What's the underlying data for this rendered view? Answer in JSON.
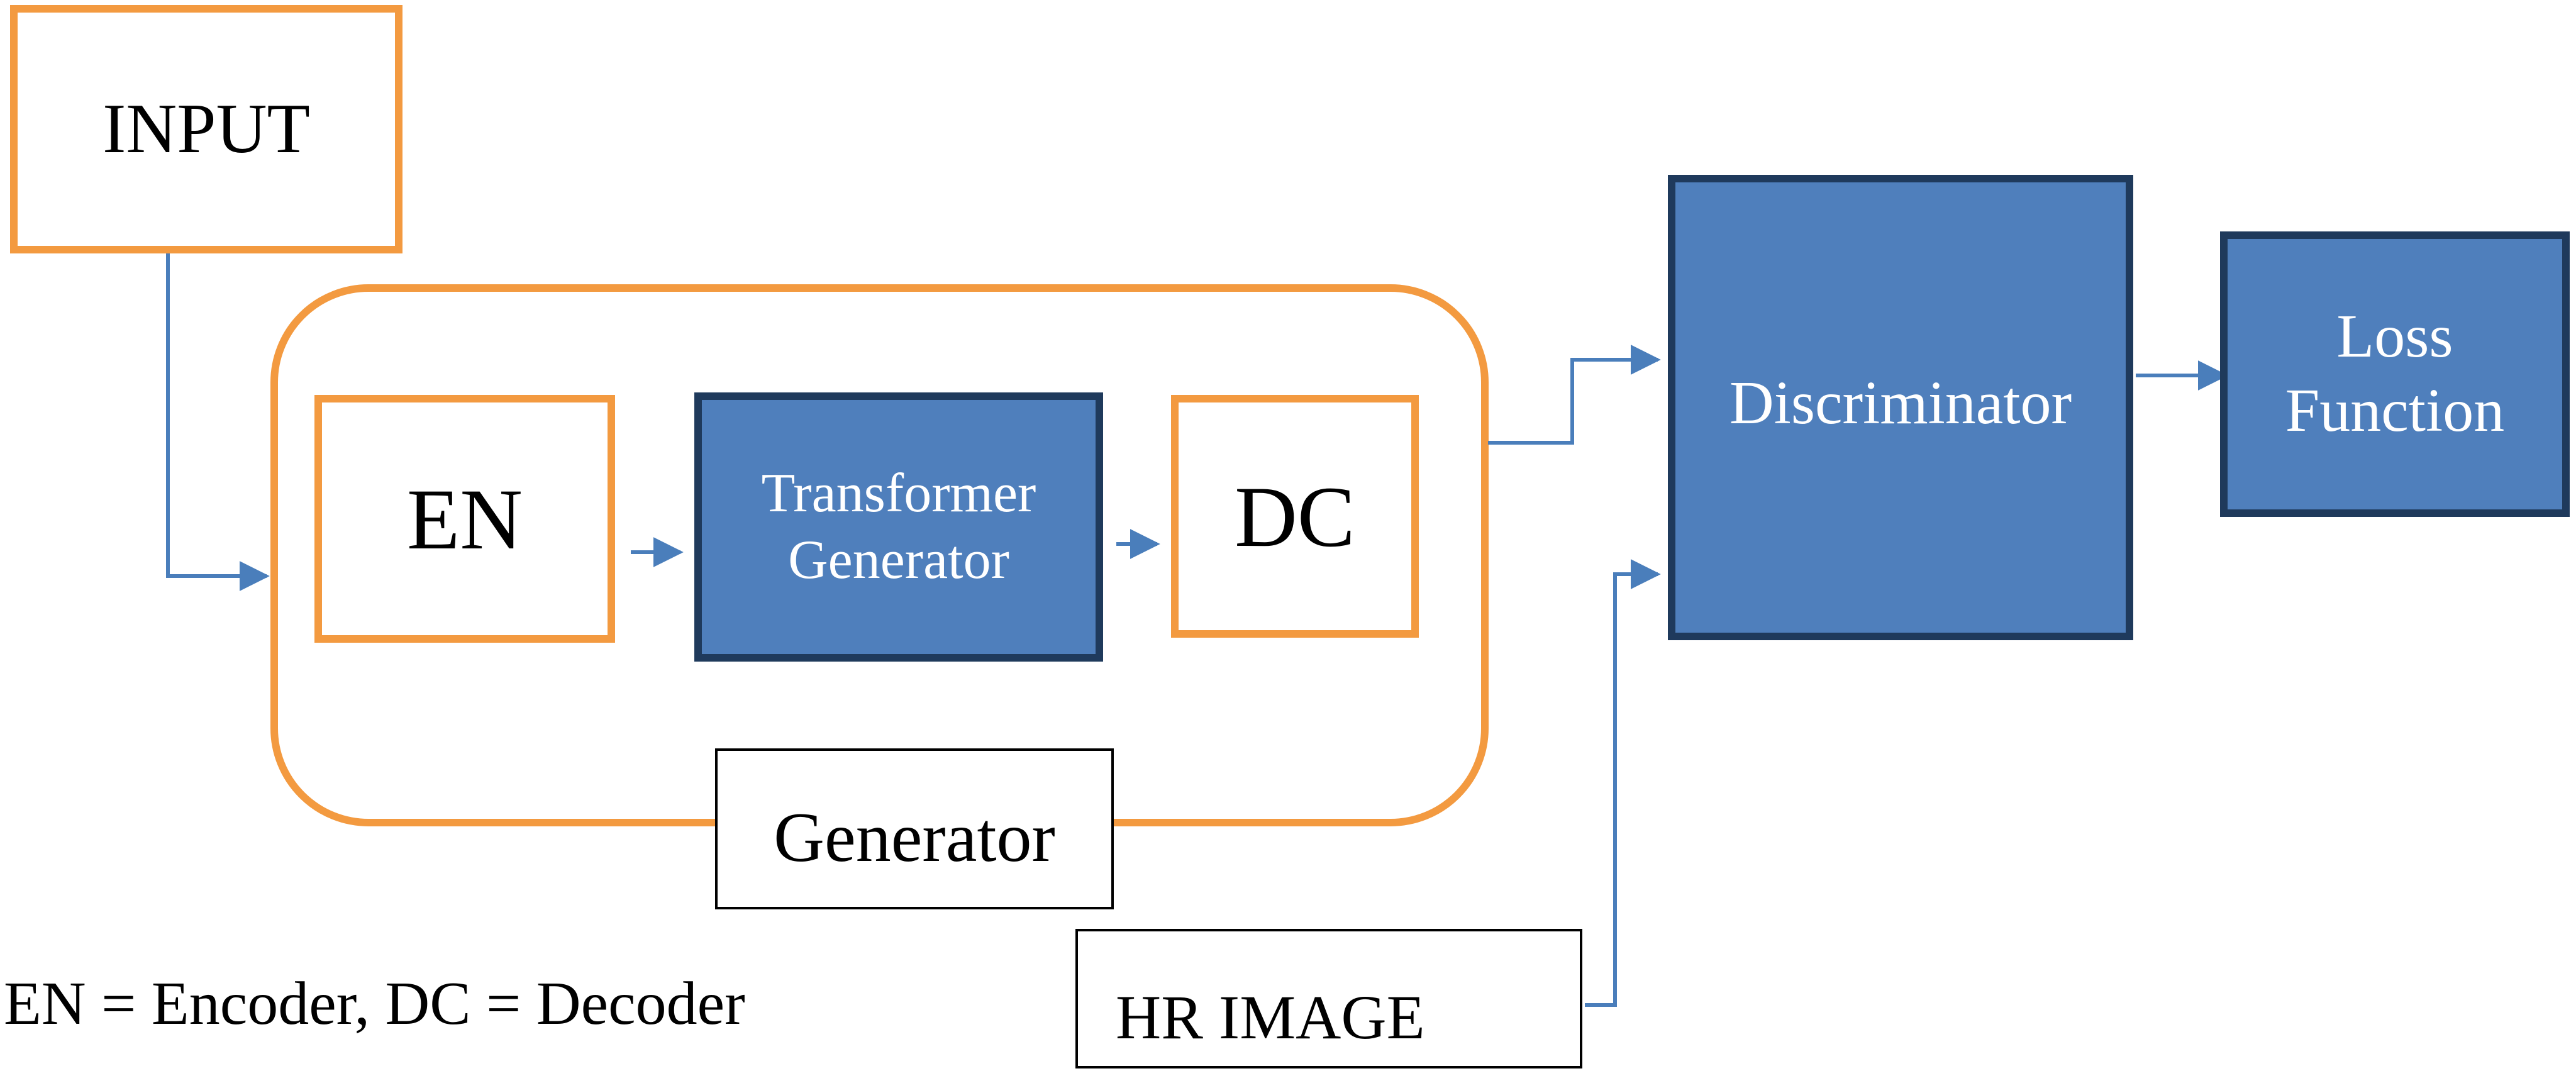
{
  "nodes": {
    "input": "INPUT",
    "encoder": "EN",
    "transformer_line1": "Transformer",
    "transformer_line2": "Generator",
    "decoder": "DC",
    "generator_label": "Generator",
    "discriminator": "Discriminator",
    "loss_line1": "Loss",
    "loss_line2": "Function",
    "hr_image": "HR IMAGE"
  },
  "legend": "EN = Encoder, DC = Decoder",
  "colors": {
    "orange": "#f39a40",
    "blue_fill": "#4f7fbc",
    "blue_border": "#1f3a5c",
    "arrow": "#4a7ebb"
  }
}
